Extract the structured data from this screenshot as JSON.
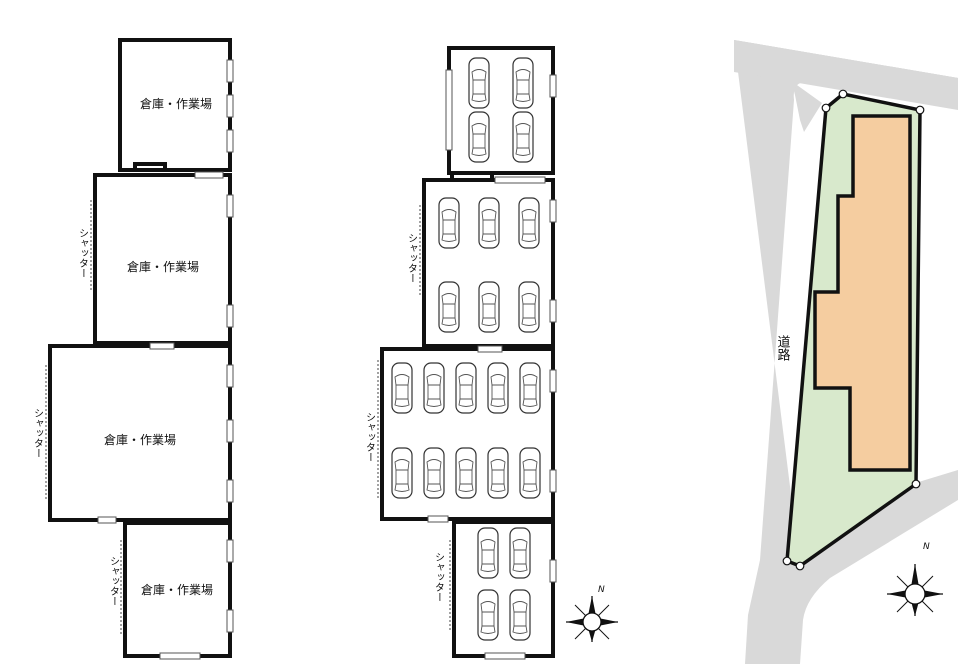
{
  "labels": {
    "warehouse": "倉庫・作業場",
    "shutter": "シャッター",
    "road": "道路",
    "north": "N"
  },
  "colors": {
    "lot": "#d8e9cc",
    "building": "#f5cda0",
    "road": "#d9d9d9",
    "wall": "#111111"
  },
  "icons": {
    "compass": "compass-rose-icon",
    "car": "car-icon",
    "vertex": "lot-vertex-marker"
  }
}
